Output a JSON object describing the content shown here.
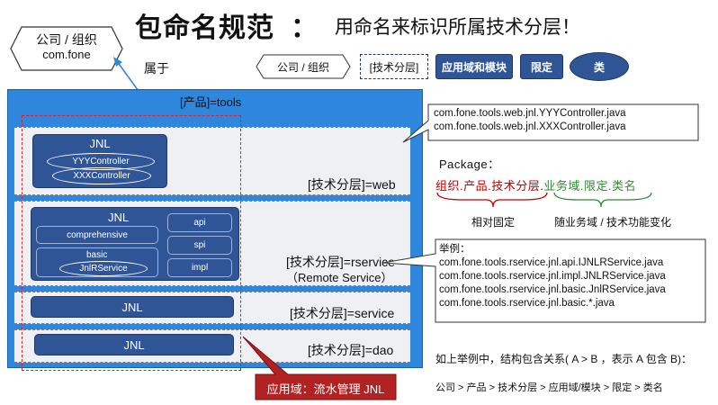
{
  "title": "包命名规范",
  "colon": "：",
  "subtitle": "用命名来标识所属技术分层！",
  "top_left": {
    "line1": "公司 / 组织",
    "line2": "com.fone"
  },
  "belongs_label": "属于",
  "legend": {
    "company": "公司 / 组织",
    "tech_layer": "[技术分层]",
    "domain_module": "应用域和模块",
    "qualifier": "限定",
    "class": "类"
  },
  "product_label": "[产品]=tools",
  "layers": {
    "web": {
      "label": "[技术分层]=web",
      "jnl": "JNL",
      "items": [
        "YYYController",
        "XXXController"
      ]
    },
    "rservice": {
      "label": "[技术分层]=rservice",
      "label2": "（Remote Service）",
      "jnl": "JNL",
      "comprehensive": "comprehensive",
      "basic": "basic",
      "basic_item": "JnlRService",
      "side": [
        "api",
        "spi",
        "impl"
      ]
    },
    "service": {
      "label": "[技术分层]=service",
      "jnl": "JNL"
    },
    "dao": {
      "label": "[技术分层]=dao",
      "jnl": "JNL"
    }
  },
  "web_callout": [
    "com.fone.tools.web.jnl.YYYController.java",
    "com.fone.tools.web.jnl.XXXController.java"
  ],
  "package": {
    "label": "Package：",
    "left": "组织.产品.技术分层",
    "dot": ".",
    "right": "业务域.限定.类名",
    "left_note": "相对固定",
    "right_note": "随业务域 / 技术功能变化"
  },
  "example": {
    "title": "举例：",
    "lines": [
      "com.fone.tools.rservice.jnl.api.IJNLRService.java",
      "com.fone.tools.rservice.jnl.impl.JNLRService.java",
      "com.fone.tools.rservice.jnl.basic.JnlRService.java",
      "com.fone.tools.rservice.jnl.basic.*.java"
    ]
  },
  "domain_badge": "应用域：流水管理 JNL",
  "bottom_note": "如上举例中，结构包含关系( A > B ，表示 A 包含 B)：",
  "bottom_path": "公司 > 产品 > 技术分层 > 应用域/模块 > 限定 > 类名",
  "colors": {
    "panel_blue": "#2e86dd",
    "box_blue": "#2f5597",
    "domain_red": "#c00000",
    "badge_red": "#b22222",
    "green": "#2e8b2e"
  }
}
